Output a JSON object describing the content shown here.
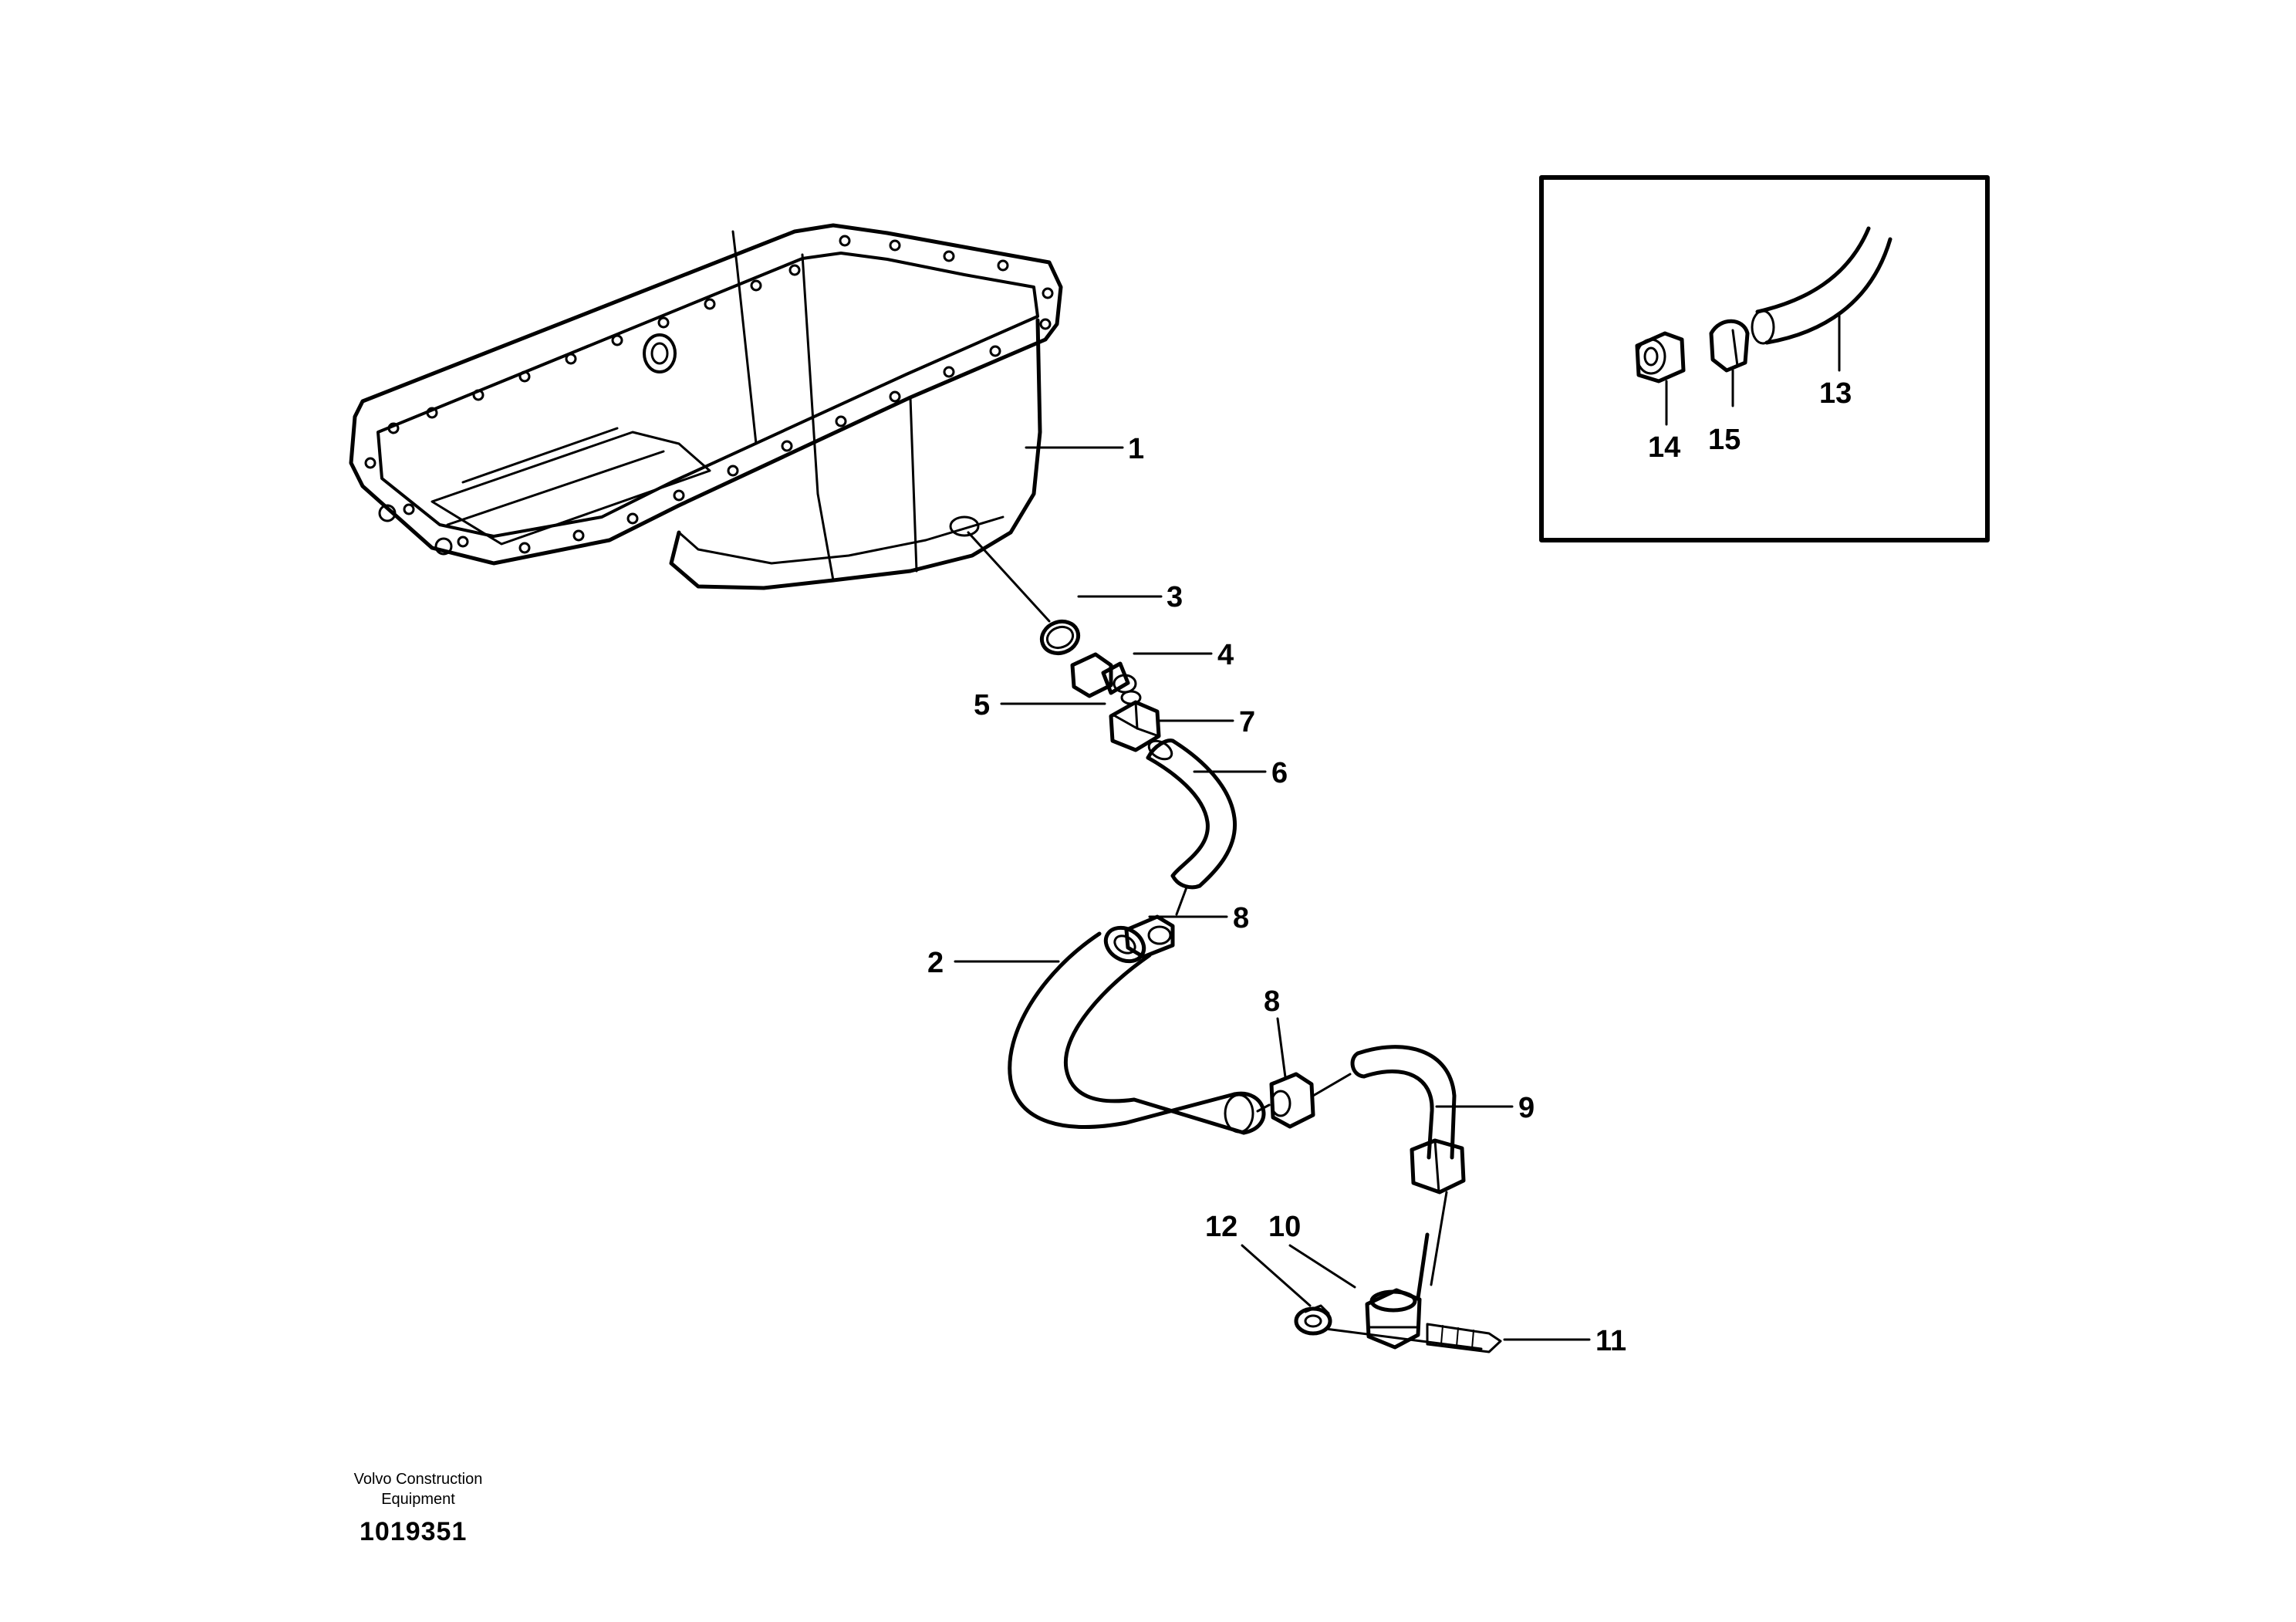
{
  "diagram": {
    "callouts": {
      "c1": "1",
      "c2": "2",
      "c3": "3",
      "c4": "4",
      "c5": "5",
      "c6": "6",
      "c7": "7",
      "c8a": "8",
      "c8b": "8",
      "c9": "9",
      "c10": "10",
      "c11": "11",
      "c12": "12",
      "c13": "13",
      "c14": "14",
      "c15": "15"
    },
    "manufacturer_line1": "Volvo Construction",
    "manufacturer_line2": "Equipment",
    "figure_number": "1019351"
  }
}
